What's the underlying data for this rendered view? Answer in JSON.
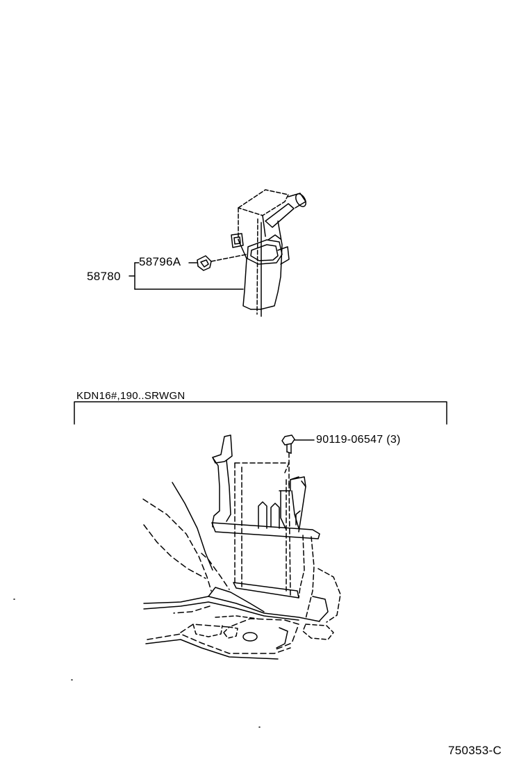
{
  "callouts": {
    "part_58780": "58780",
    "part_58796a": "58796A",
    "variant_label": "KDN16#,190..SRWGN",
    "bolt_part": "90119-06547",
    "bolt_qty": "(3)",
    "drawing_code": "750353-C"
  },
  "colors": {
    "ink": "#000000",
    "paper": "#ffffff"
  }
}
